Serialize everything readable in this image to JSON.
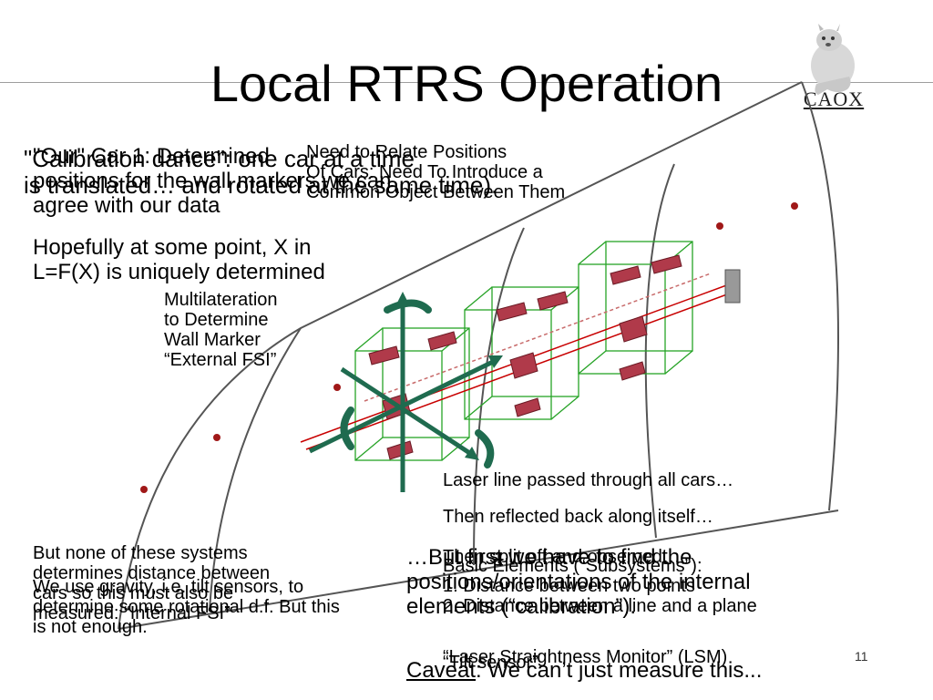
{
  "slide": {
    "title": "Local RTRS Operation",
    "logo_text": "CAOX",
    "page_number": "11"
  },
  "text_blocks": {
    "calibration_dance": "\"Calibration dance\": one car at a time\nis translated…   and rotated at the same time).",
    "overlap_1": "\"Our\" Car 1: Determined\npositions for the wall markers we can\nagree with our data",
    "overlap_2": "Hopefully at some point, X in\nL=F(X) is uniquely determined",
    "need_relate": "Need to Relate Positions\nOf Cars: Need To Introduce a\nCommon Object Between Them",
    "multilateration": "Multilateration\nto Determine\nWall Marker\n“External FSI”",
    "laser_line": "Laser line passed through all cars…",
    "reflected": "Then reflected back along itself…",
    "none_systems": "But none of these systems\ndetermines distance between\ncars so this must also be\nmeasured: “Internal FSI”",
    "gravity": "We use gravity, i.e. tilt sensors, to\ndetermine some rotational d.f. But this\nis not enough.",
    "first_find": "…But first we have to find the\npositions/orientations of the internal\nelements (“calibration”).",
    "caveat_label": "Caveat",
    "caveat_rest": ": We can’t just measure this...",
    "basic_elements": "Basic Elements (“Subsystems”):\n1. Distance between two points\n2. Distance between a line and a plane",
    "then_split": "Then split off and observed…",
    "lsm": "“Laser Straightness Monitor” (LSM)",
    "tilt": "“Tilt sensor”"
  },
  "colors": {
    "cars": "#27a327",
    "panel": "#b03a4a",
    "dark_green": "#1f6b4f",
    "marker": "#a01818",
    "laser": "#c80000",
    "wall": "#555555"
  }
}
